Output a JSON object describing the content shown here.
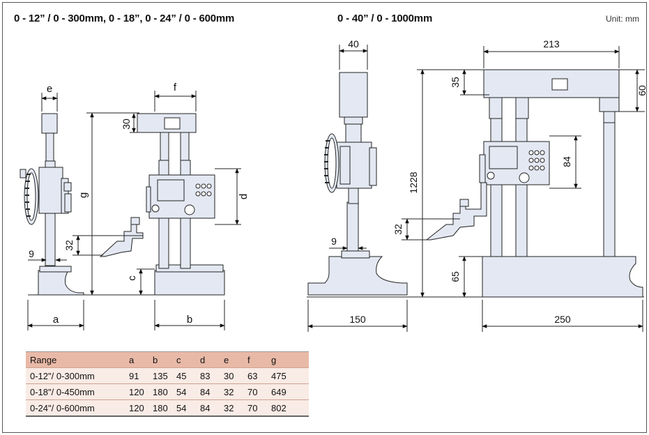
{
  "headings": {
    "left": "0  - 12” / 0 - 300mm, 0 - 18”, 0 - 24” / 0 - 600mm",
    "right": "0  - 40” / 0 - 1000mm",
    "unit": "Unit: mm"
  },
  "dimensions": {
    "small": {
      "e": "e",
      "f": "f",
      "g": "g",
      "d": "d",
      "c": "c",
      "a": "a",
      "b": "b",
      "v30": "30",
      "v32": "32",
      "v9": "9"
    },
    "large": {
      "v40": "40",
      "v213": "213",
      "v35": "35",
      "v60": "60",
      "v84": "84",
      "v1228": "1228",
      "v32": "32",
      "v9": "9",
      "v65": "65",
      "v150": "150",
      "v250": "250"
    }
  },
  "colors": {
    "body": "#e3e8f2",
    "stroke": "#222222",
    "table_header": "#e9b9a7",
    "table_row": "#f9ebe5"
  },
  "table": {
    "headers": [
      "Range",
      "a",
      "b",
      "c",
      "d",
      "e",
      "f",
      "g"
    ],
    "rows": [
      [
        "0-12\"/ 0-300mm",
        "91",
        "135",
        "45",
        "83",
        "30",
        "63",
        "475"
      ],
      [
        "0-18\"/ 0-450mm",
        "120",
        "180",
        "54",
        "84",
        "32",
        "70",
        "649"
      ],
      [
        "0-24\"/ 0-600mm",
        "120",
        "180",
        "54",
        "84",
        "32",
        "70",
        "802"
      ]
    ]
  }
}
